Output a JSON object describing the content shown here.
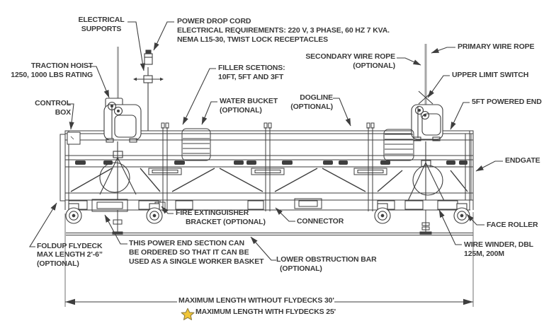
{
  "colors": {
    "line": "#3e3e3e",
    "text": "#3a3a3a",
    "rope": "#a7a7a7",
    "star_fill": "#f2c636",
    "star_stroke": "#8f7d3f"
  },
  "labels": {
    "electrical_supports": {
      "line1": "ELECTRICAL",
      "line2": "SUPPORTS"
    },
    "power_drop_cord": {
      "line1": "POWER DROP CORD",
      "line2": "ELECTRICAL REQUIREMENTS: 220 V, 3 PHASE, 60 HZ 7 KVA.",
      "line3": "NEMA L15-30, TWIST LOCK RECEPTACLES"
    },
    "traction_hoist": {
      "line1": "TRACTION HOIST",
      "line2": "1250, 1000 LBS RATING"
    },
    "control_box": {
      "line1": "CONTROL",
      "line2": "BOX"
    },
    "filler_sections": {
      "line1": "FILLER SCETIONS:",
      "line2": "10FT, 5FT AND 3FT"
    },
    "water_bucket": {
      "line1": "WATER BUCKET",
      "line2": "(OPTIONAL)"
    },
    "dogline": {
      "line1": "DOGLINE",
      "line2": "(OPTIONAL)"
    },
    "secondary_wire_rope": {
      "line1": "SECONDARY WIRE ROPE",
      "line2": "(OPTIONAL)"
    },
    "primary_wire_rope": "PRIMARY WIRE ROPE",
    "upper_limit_switch": "UPPER LIMIT SWITCH",
    "powered_end": "5FT POWERED END",
    "endgate": "ENDGATE",
    "face_roller": "FACE ROLLER",
    "wire_winder": {
      "line1": "WIRE WINDER, DBL",
      "line2": "125M, 200M"
    },
    "connector": "CONNECTOR",
    "fire_extinguisher": {
      "line1": "FIRE EXTINGUISHER",
      "line2": "BRACKET (OPTIONAL)"
    },
    "single_worker_note": {
      "line1": "THIS POWER END SECTION CAN",
      "line2": "BE ORDERED SO THAT IT CAN BE",
      "line3": "USED AS A SINGLE WORKER BASKET"
    },
    "lower_obstruction_bar": {
      "line1": "LOWER OBSTRUCTION BAR",
      "line2": "(OPTIONAL)"
    },
    "foldup_flydeck": {
      "line1": "FOLDUP FLYDECK",
      "line2": "MAX LENGTH 2'-6”",
      "line3": "(OPTIONAL)"
    },
    "dimension": {
      "line1": "MAXIMUM LENGTH WITHOUT FLYDECKS 30'",
      "line2": "MAXIMUM LENGTH WITH FLYDECKS 25'"
    }
  }
}
